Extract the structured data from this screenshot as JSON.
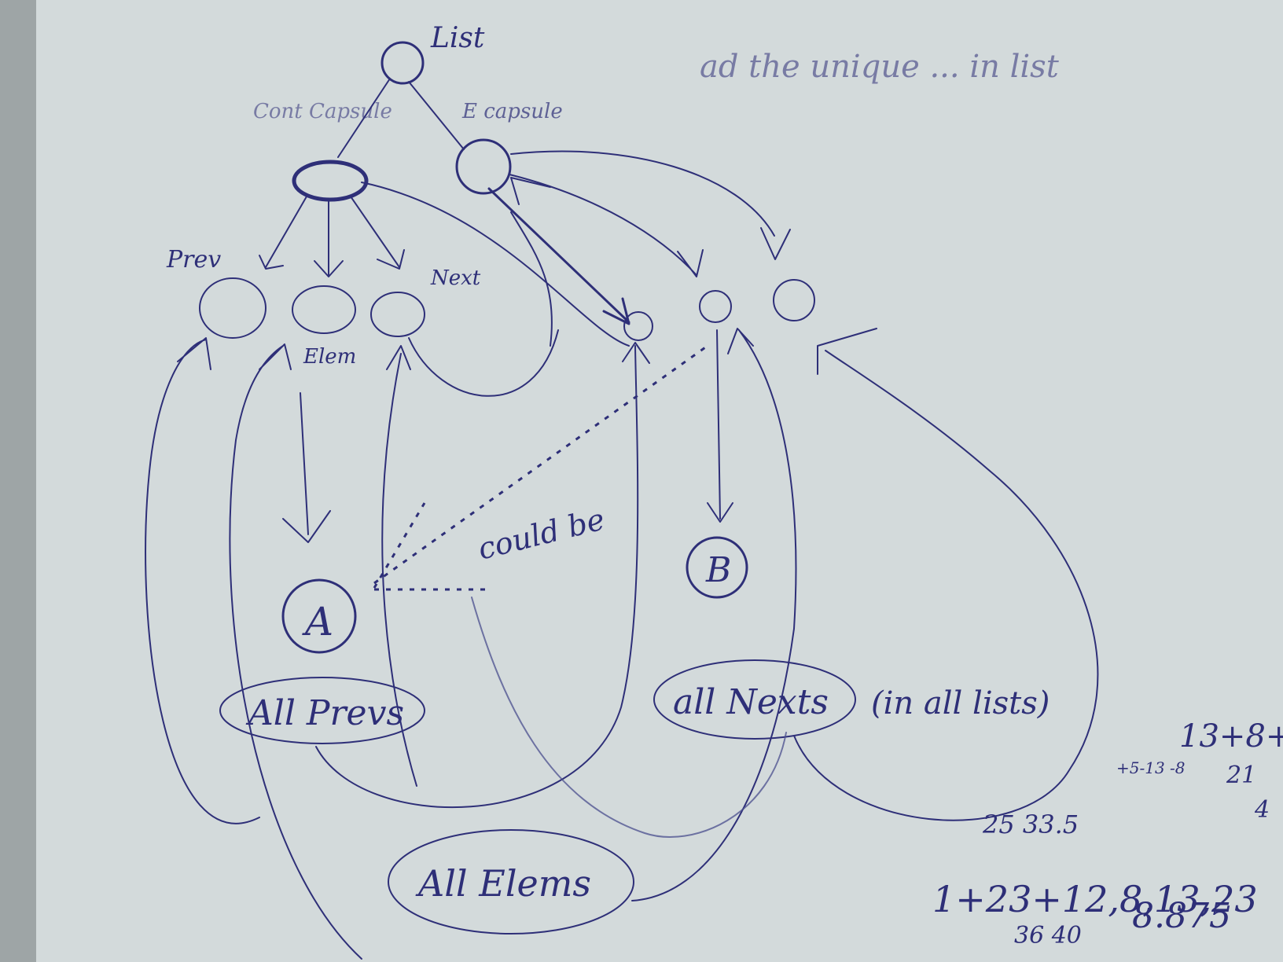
{
  "notes": {
    "top_right": "ad the unique ... in list",
    "left_capsule": "Cont Capsule",
    "right_capsule": "E capsule"
  },
  "diagram": {
    "nodes": {
      "list": "List",
      "prev": "Prev",
      "elem": "Elem",
      "next": "Next",
      "a": "A",
      "b": "B"
    },
    "groups": {
      "all_prevs": "All Prevs",
      "all_nexts": "all Nexts",
      "all_nexts_note": "(in all lists)",
      "all_elems": "All Elems"
    },
    "edge_label": "could be"
  },
  "arithmetic": {
    "line1": "13+8+",
    "line2": "21",
    "line3": "4",
    "line4": "25  33.5",
    "line5": "+5-13 -8",
    "line6": "1+23+12,8,13,23",
    "line7": "36  40",
    "line8": "8.875"
  }
}
